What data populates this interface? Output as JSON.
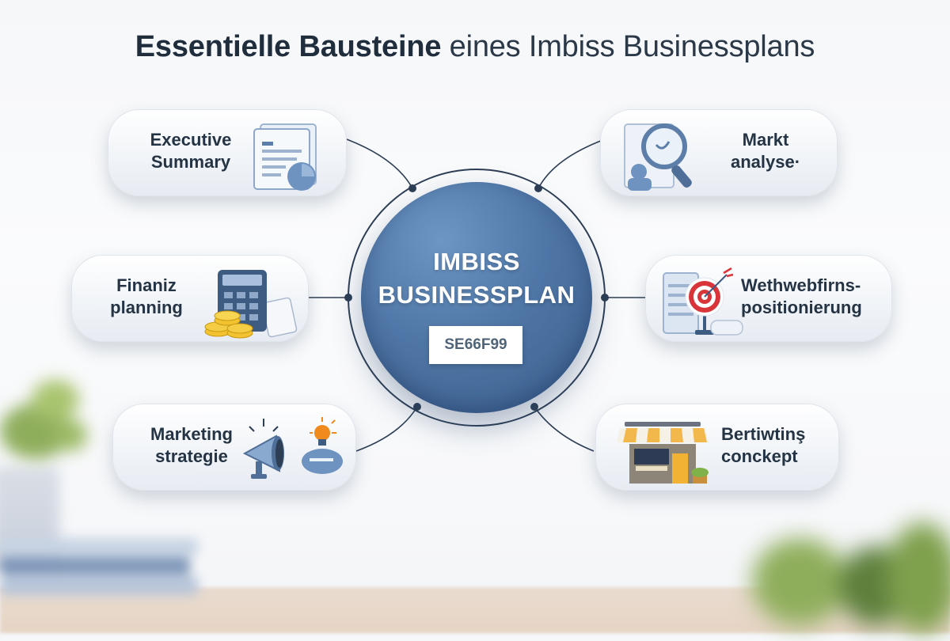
{
  "title": {
    "bold": "Essentielle Bausteine",
    "light": "eines Imbiss Businessplans"
  },
  "hub": {
    "line1": "IMBISS",
    "line2": "BUSINESSPLAN",
    "badge": "SE66F99"
  },
  "cards": [
    {
      "id": "executive-summary",
      "line1": "Executive",
      "line2": "Summary",
      "icon": "document-chart-icon"
    },
    {
      "id": "marktanalyse",
      "line1": "Markt",
      "line2": "analyse·",
      "icon": "magnifier-icon"
    },
    {
      "id": "finanzplanung",
      "line1": "Finaniz",
      "line2": "planning",
      "icon": "calculator-coins-icon"
    },
    {
      "id": "wettbewerbspositionierung",
      "line1": "Wethwebfirns-",
      "line2": "positionierung",
      "icon": "target-icon"
    },
    {
      "id": "marketingstrategie",
      "line1": "Marketing",
      "line2": "strategie",
      "icon": "megaphone-lightbulb-icon"
    },
    {
      "id": "betriebskonzept",
      "line1": "Bertiwtinş",
      "line2": "conckept",
      "icon": "storefront-icon"
    }
  ],
  "colors": {
    "hub_blue": "#4f76a6",
    "connector": "#2d3e55",
    "text_dark": "#253444",
    "accent_gold": "#f2c230",
    "accent_red": "#d9343a",
    "accent_orange": "#f08a1c"
  }
}
